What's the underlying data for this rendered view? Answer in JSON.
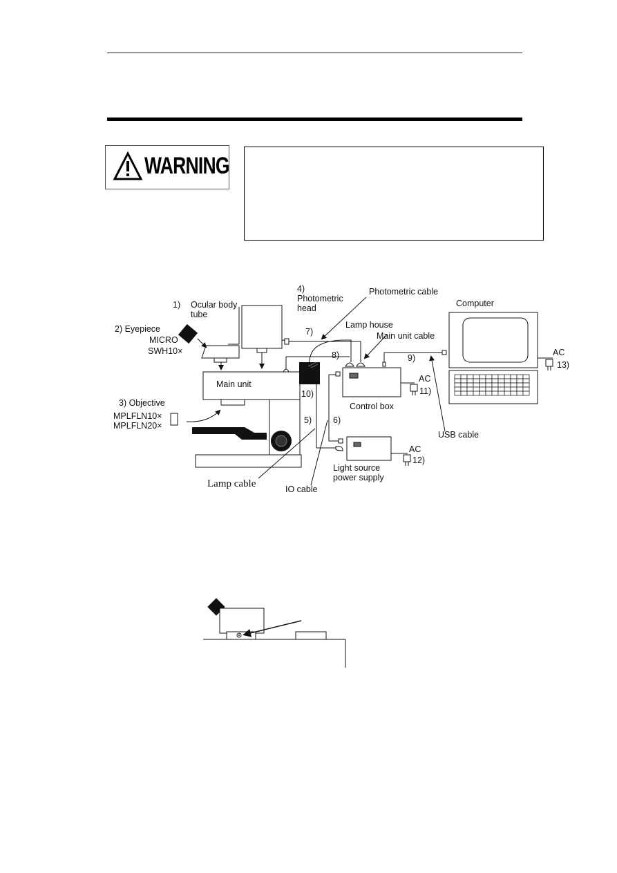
{
  "warning": {
    "label": "WARNING"
  },
  "diagram": {
    "labels": {
      "ocular_num": "1)",
      "ocular_1": "Ocular body",
      "ocular_2": "tube",
      "eyepiece": "2) Eyepiece",
      "eyepiece_model_1": "MICRO",
      "eyepiece_model_2": "SWH10×",
      "photometric_num": "4)",
      "photometric_1": "Photometric",
      "photometric_2": "head",
      "photometric_cable": "Photometric cable",
      "computer": "Computer",
      "lamp_house": "Lamp house",
      "main_unit_cable": "Main unit cable",
      "n7": "7)",
      "n8": "8)",
      "n9": "9)",
      "n10": "10)",
      "n5": "5)",
      "n6": "6)",
      "main_unit": "Main unit",
      "objective": "3) Objective",
      "objective_model_1": "MPLFLN10×",
      "objective_model_2": "MPLFLN20×",
      "control_box": "Control box",
      "ac_11": "AC",
      "n11": "11)",
      "ac_12": "AC",
      "n12": "12)",
      "ac_13": "AC",
      "n13": "13)",
      "usb_cable": "USB cable",
      "light_source_1": "Light source",
      "light_source_2": "power supply",
      "lamp_cable": "Lamp cable",
      "io_cable": "IO cable"
    }
  },
  "colors": {
    "ink": "#111111",
    "dark_fill": "#1a1a1a",
    "gray_fill": "#666666"
  }
}
